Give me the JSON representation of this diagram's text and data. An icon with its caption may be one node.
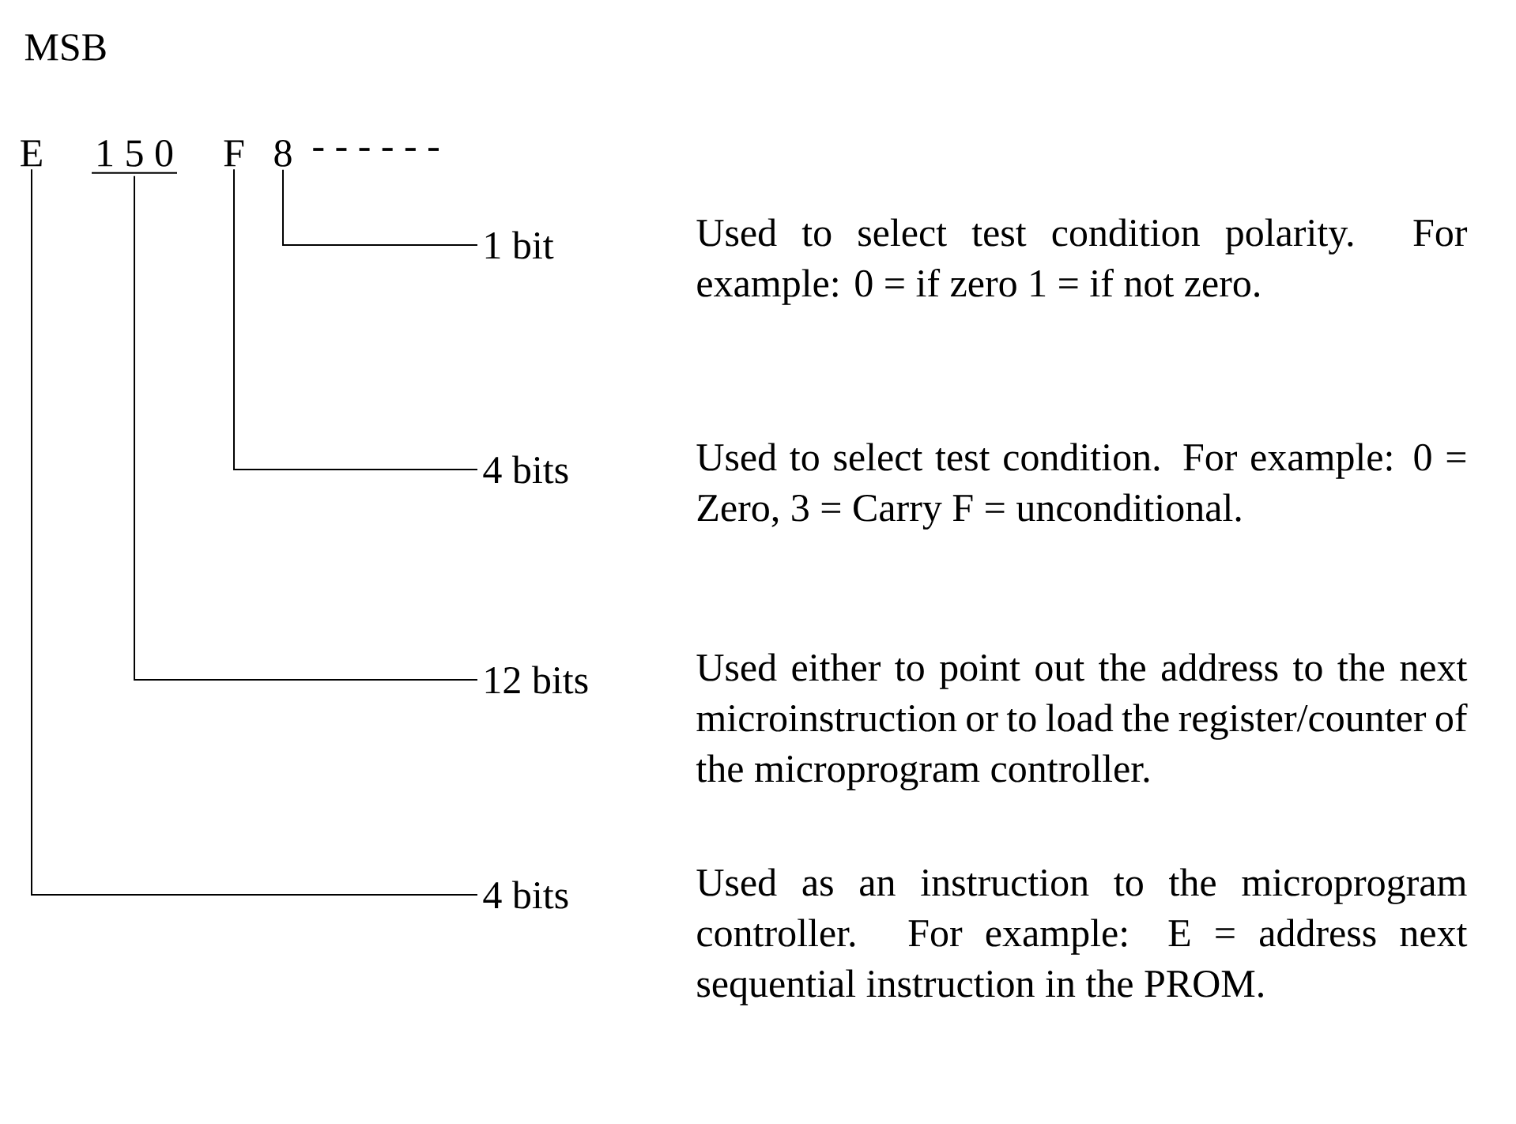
{
  "diagram": {
    "nodes": [
      {
        "text": [
          "E"
        ]
      },
      {
        "text": [
          "1 5 0"
        ]
      },
      {
        "text": [
          "F"
        ]
      },
      {
        "text": [
          "8"
        ]
      },
      {
        "text": [
          "1 bit"
        ],
        "beside": [
          "Used to select test condition polarity. For example: 0 = if zero 1 = if not zero."
        ]
      },
      {
        "text": [
          "4 bits"
        ],
        "beside": [
          "Used to select test condition. For example: 0 = Zero, 3 = Carry F = unconditional."
        ]
      },
      {
        "text": [
          "12 bits"
        ],
        "beside": [
          "Used either to point out the address to the next microinstruction or to load the register/counter of the microprogram controller."
        ]
      },
      {
        "text": [
          "4 bits"
        ],
        "beside": [
          "Used as an instruction to the microprogram controller. For example: E = address next sequential instruction in the PROM."
        ]
      }
    ],
    "edges": [
      {
        "from": 3,
        "to": 4,
        "arrow": "none"
      },
      {
        "from": 2,
        "to": 5,
        "arrow": "none"
      },
      {
        "from": 1,
        "to": 6,
        "arrow": "none"
      },
      {
        "from": 0,
        "to": 7,
        "arrow": "none"
      }
    ],
    "labels": [
      "MSB",
      "- - - - - -"
    ]
  }
}
